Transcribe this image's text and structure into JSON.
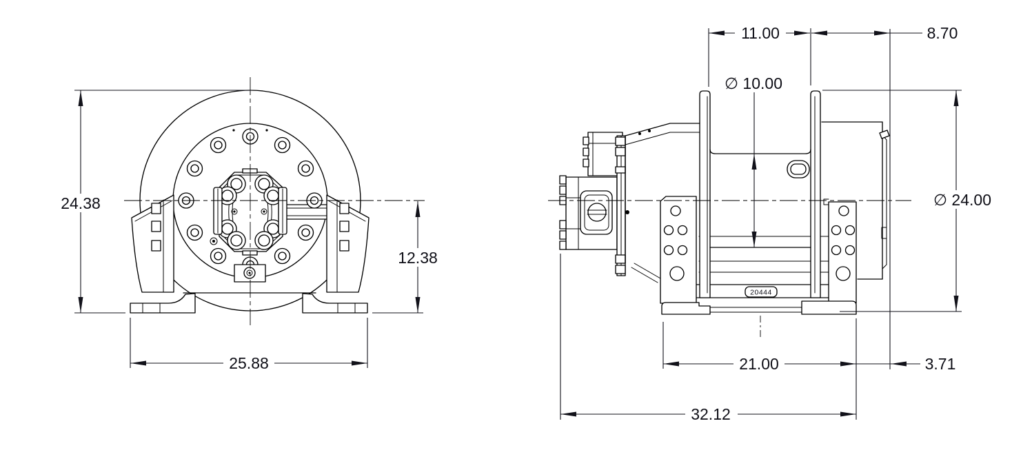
{
  "front_view": {
    "overall_height_in": "24.38",
    "base_to_centerline_in": "12.38",
    "foot_span_in": "25.88"
  },
  "side_view": {
    "drum_length_in": "11.00",
    "flange_to_end_in": "8.70",
    "barrel_diameter_in": "∅ 10.00",
    "flange_diameter_in": "∅ 24.00",
    "foot_span_in": "21.00",
    "end_overhang_in": "3.71",
    "overall_length_in": "32.12",
    "serial_label": "20444"
  },
  "colors": {
    "line": "#000000",
    "dim_text": "#0e0e16",
    "background": "#ffffff"
  }
}
